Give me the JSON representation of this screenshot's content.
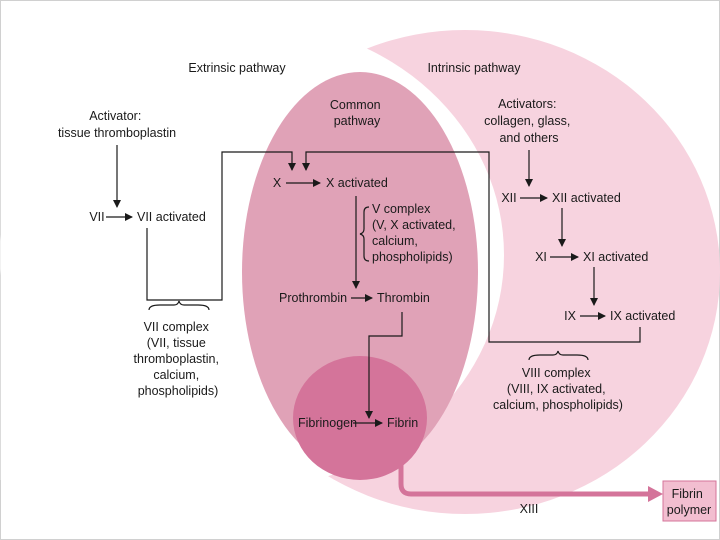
{
  "colors": {
    "background": "#ffffff",
    "frame": "#d0d0d0",
    "extrinsic_fill": "#ffffff",
    "intrinsic_fill": "#f7d3df",
    "common_fill": "#e0a2b7",
    "fibrin_fill": "#d4749a",
    "polymer_arrow": "#d4749a",
    "polymer_box": "#f2bed0",
    "text": "#1a1a1a"
  },
  "labels": {
    "extrinsic_pathway": "Extrinsic pathway",
    "intrinsic_pathway": "Intrinsic pathway",
    "common_pathway": [
      "Common",
      "pathway"
    ],
    "extrinsic_activator": [
      "Activator:",
      "tissue thromboplastin"
    ],
    "intrinsic_activators": [
      "Activators:",
      "collagen, glass,",
      "and others"
    ],
    "vii": "VII",
    "vii_activated": "VII activated",
    "vii_complex": [
      "VII complex",
      "(VII, tissue",
      "thromboplastin,",
      "calcium,",
      "phospholipids)"
    ],
    "x": "X",
    "x_activated": "X activated",
    "v_complex": [
      "V complex",
      "(V, X activated,",
      "calcium,",
      "phospholipids)"
    ],
    "prothrombin": "Prothrombin",
    "thrombin": "Thrombin",
    "xii": "XII",
    "xii_activated": "XII activated",
    "xi": "XI",
    "xi_activated": "XI activated",
    "ix": "IX",
    "ix_activated": "IX activated",
    "viii_complex": [
      "VIII complex",
      "(VIII, IX activated,",
      "calcium, phospholipids)"
    ],
    "fibrinogen": "Fibrinogen",
    "fibrin": "Fibrin",
    "xiii": "XIII",
    "fibrin_polymer": [
      "Fibrin",
      "polymer"
    ]
  }
}
